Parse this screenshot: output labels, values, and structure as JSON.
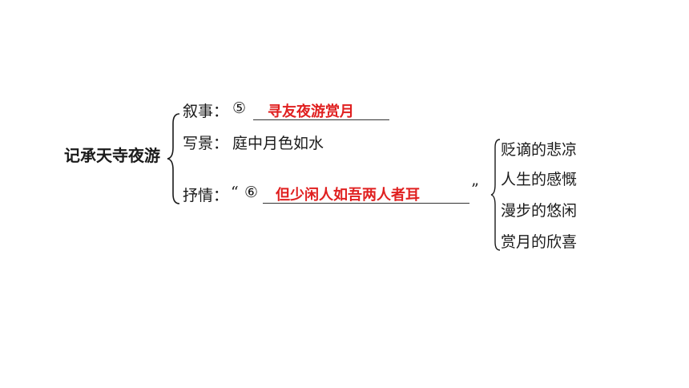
{
  "title": "记承天寺夜游",
  "rows": [
    {
      "label": "叙事：",
      "marker": "⑤",
      "answer": "寻友夜游赏月"
    },
    {
      "label": "写景：",
      "text": "庭中月色如水"
    },
    {
      "label": "抒情：",
      "open_quote": "“",
      "marker": "⑥",
      "answer": "但少闲人如吾两人者耳",
      "close_quote": "”"
    }
  ],
  "emotions": [
    "贬谪的悲凉",
    "人生的感慨",
    "漫步的悠闲",
    "赏月的欣喜"
  ],
  "colors": {
    "answer": "#e02020",
    "text": "#1a1a1a",
    "line": "#333333"
  }
}
